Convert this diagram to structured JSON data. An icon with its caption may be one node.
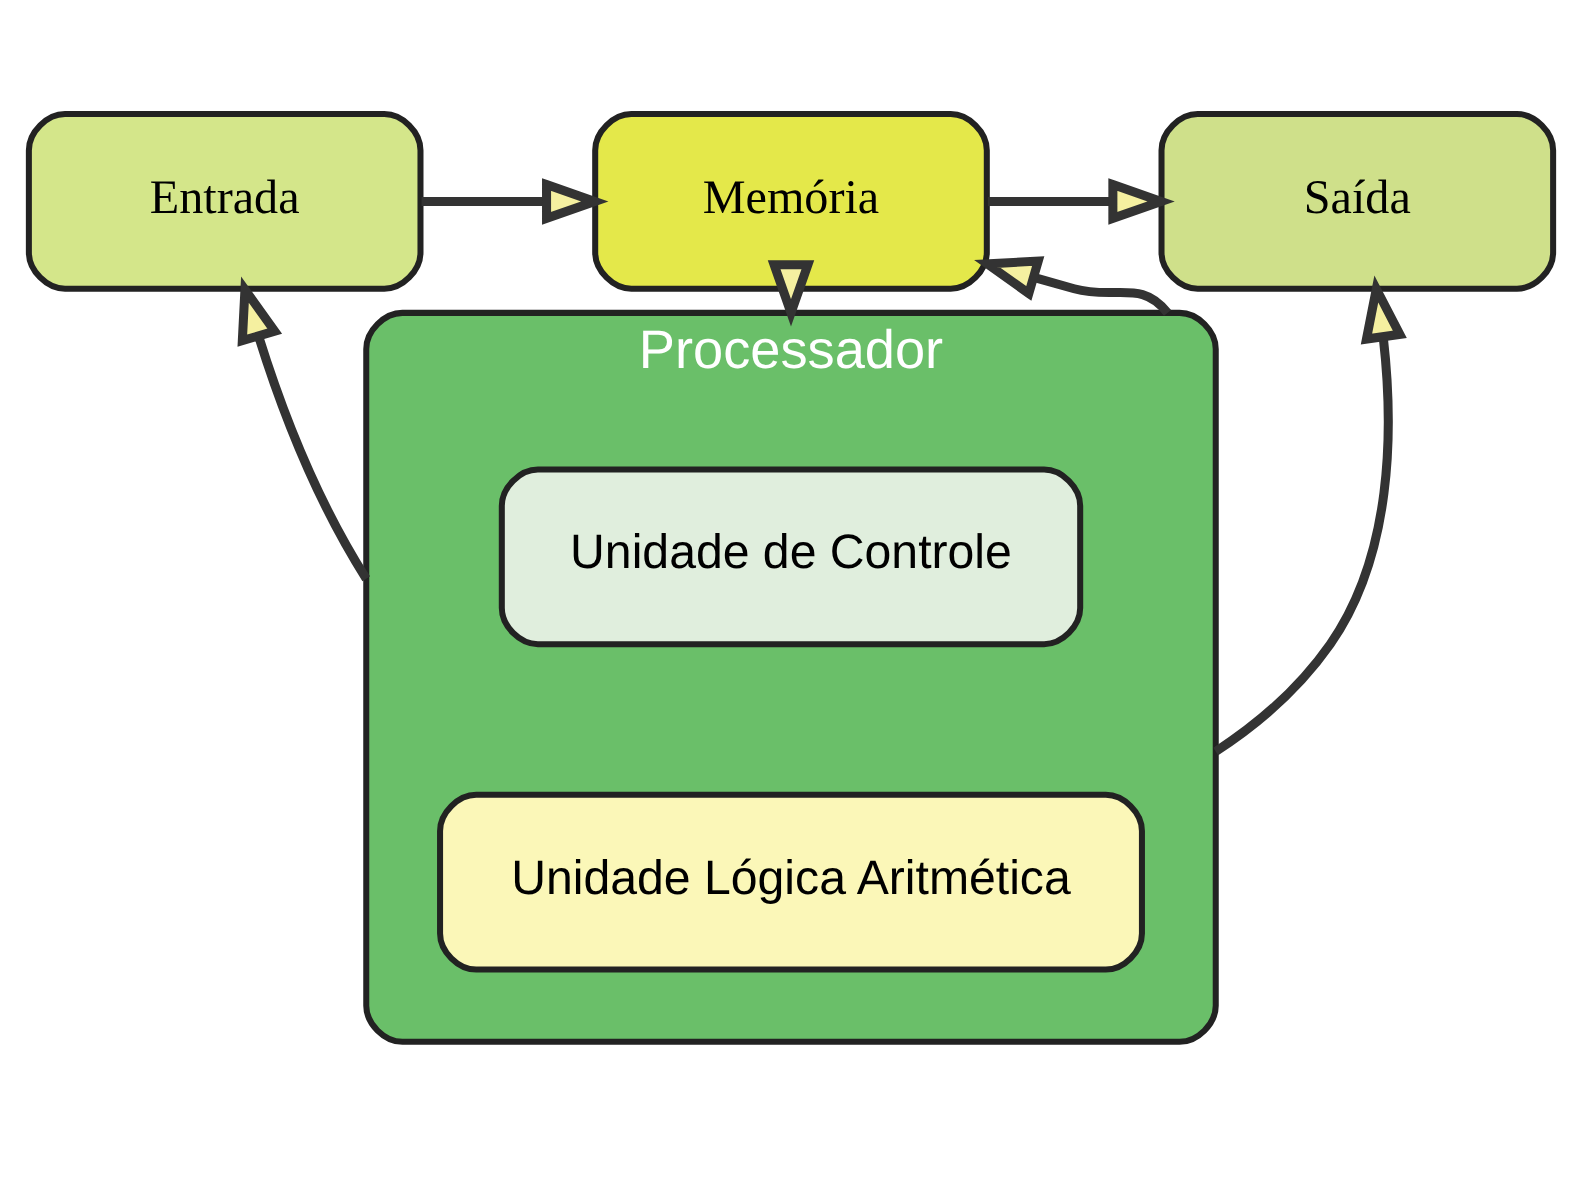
{
  "diagram": {
    "nodes": [
      {
        "text": [
          "Entrada"
        ]
      },
      {
        "text": [
          "Memória"
        ]
      },
      {
        "text": [
          "Saída"
        ]
      },
      {
        "text": [
          "Processador"
        ]
      },
      {
        "text": [
          "Unidade de Controle"
        ],
        "in": 3
      },
      {
        "text": [
          "Unidade Lógica Aritmética"
        ],
        "in": 3
      }
    ],
    "edges": [
      {
        "from": 0,
        "to": 1,
        "arrow": "to"
      },
      {
        "from": 1,
        "to": 2,
        "arrow": "to"
      },
      {
        "from": 1,
        "to": 3,
        "arrow": "to"
      },
      {
        "from": 3,
        "to": 1,
        "arrow": "to"
      },
      {
        "from": 3,
        "to": 0,
        "arrow": "to"
      },
      {
        "from": 3,
        "to": 2,
        "arrow": "to"
      }
    ]
  }
}
